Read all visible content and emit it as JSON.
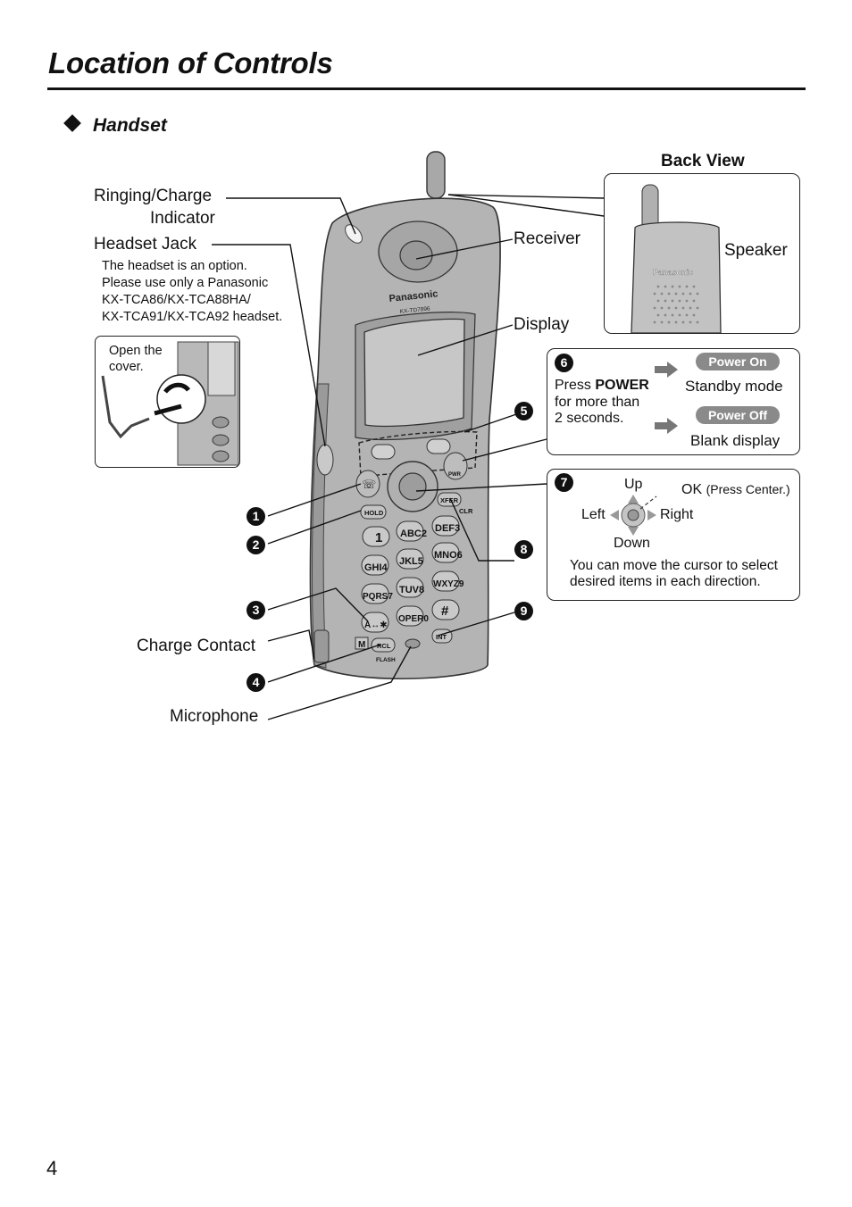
{
  "page": {
    "title": "Location of Controls",
    "section": "Handset",
    "page_number": "4"
  },
  "callouts": {
    "ringing_charge_line1": "Ringing/Charge",
    "ringing_charge_line2": "Indicator",
    "headset_jack": "Headset Jack",
    "headset_note": [
      "The headset is an option.",
      "Please use only a Panasonic",
      "KX-TCA86/KX-TCA88HA/",
      "KX-TCA91/KX-TCA92 headset."
    ],
    "open_cover": [
      "Open the",
      "cover."
    ],
    "receiver": "Receiver",
    "display": "Display",
    "charge_contact": "Charge Contact",
    "microphone": "Microphone"
  },
  "back_view": {
    "title": "Back View",
    "speaker": "Speaker",
    "brand": "Panasonic"
  },
  "phone": {
    "brand": "Panasonic",
    "model": "KX-TD7896",
    "keys": {
      "hold": "HOLD",
      "xfer": "XFER",
      "clr": "CLR",
      "pwr": "PWR",
      "int": "INT",
      "rcl": "RCL",
      "flash": "FLASH",
      "m": "M",
      "k1": "1",
      "k2": "ABC2",
      "k3": "DEF3",
      "k4": "GHI4",
      "k5": "JKL5",
      "k6": "MNO6",
      "k7": "PQRS7",
      "k8": "TUV8",
      "k9": "WXYZ9",
      "kstar": "A↔✱",
      "k0": "OPER0",
      "khash": "#"
    }
  },
  "numbers": [
    "1",
    "2",
    "3",
    "4",
    "5",
    "6",
    "7",
    "8",
    "9"
  ],
  "power_box": {
    "num": "6",
    "press": "Press ",
    "power_word": "POWER",
    "line2": "for more than",
    "line3": "2 seconds.",
    "power_on": "Power On",
    "standby": "Standby mode",
    "power_off": "Power Off",
    "blank": "Blank display"
  },
  "nav_box": {
    "num": "7",
    "up": "Up",
    "down": "Down",
    "left": "Left",
    "right": "Right",
    "ok": "OK",
    "ok_note": "(Press Center.)",
    "desc_line1": "You can move the cursor to select",
    "desc_line2": "desired items in each direction."
  }
}
